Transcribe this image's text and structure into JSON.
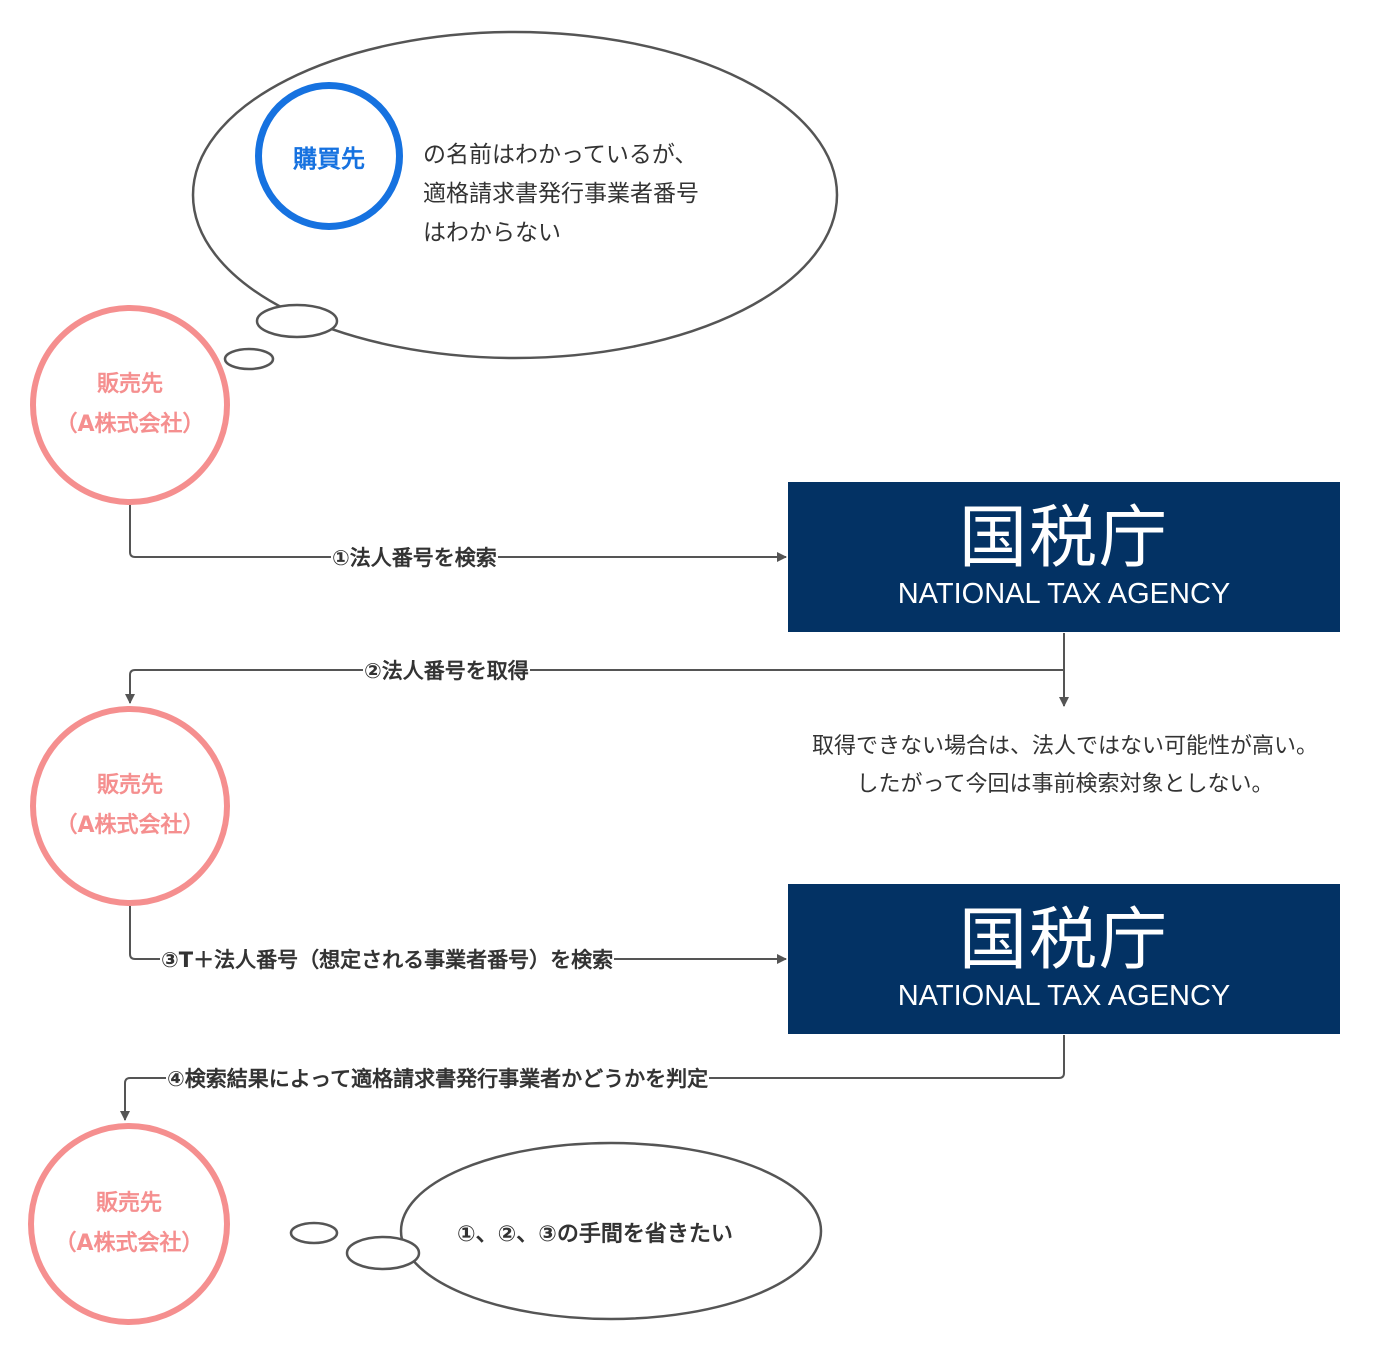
{
  "colors": {
    "seller": "#f58f8f",
    "buyer": "#1672e0",
    "agency_bg": "#033264",
    "line": "#555555",
    "text": "#333333"
  },
  "thought_top": {
    "buyer_label": "購買先",
    "lines": [
      "の名前はわかっているが、",
      "適格請求書発行事業者番号",
      "はわからない"
    ]
  },
  "sellers": [
    {
      "name": "販売先",
      "company": "（A株式会社）"
    },
    {
      "name": "販売先",
      "company": "（A株式会社）"
    },
    {
      "name": "販売先",
      "company": "（A株式会社）"
    }
  ],
  "agencies": [
    {
      "name_jp": "国税庁",
      "name_en": "NATIONAL TAX AGENCY"
    },
    {
      "name_jp": "国税庁",
      "name_en": "NATIONAL TAX AGENCY"
    }
  ],
  "steps": [
    {
      "label": "①法人番号を検索"
    },
    {
      "label": "②法人番号を取得"
    },
    {
      "label": "③T＋法人番号（想定される事業者番号）を検索"
    },
    {
      "label": "④検索結果によって適格請求書発行事業者かどうかを判定"
    }
  ],
  "note": {
    "lines": [
      "取得できない場合は、法人ではない可能性が高い。",
      "したがって今回は事前検索対象としない。"
    ]
  },
  "thought_bottom": {
    "text": "①、②、③の手間を省きたい"
  }
}
